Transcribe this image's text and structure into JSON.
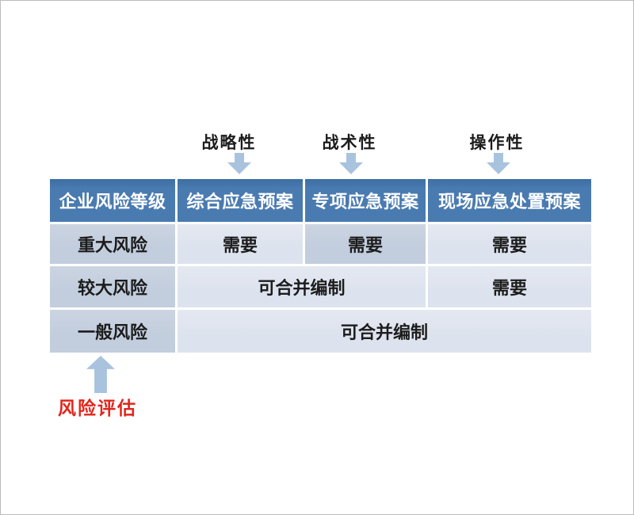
{
  "top_labels": [
    {
      "label": "战略性"
    },
    {
      "label": "战术性"
    },
    {
      "label": "操作性"
    }
  ],
  "table": {
    "headers": [
      "企业风险等级",
      "综合应急预案",
      "专项应急预案",
      "现场应急处置预案"
    ],
    "rows": [
      {
        "level": "重大风险",
        "cells": [
          "需要",
          "需要",
          "需要"
        ]
      },
      {
        "level": "较大风险",
        "cells": [
          "可合并编制",
          "需要"
        ]
      },
      {
        "level": "一般风险",
        "cells": [
          "可合并编制"
        ]
      }
    ]
  },
  "annotation": {
    "label": "风险评估"
  },
  "colors": {
    "header_blue": "#4a7bb0",
    "cell_dark": "#c2cddd",
    "cell_light": "#dde3ee",
    "arrow_blue": "#a9c3de",
    "annotation_red": "#e1261c"
  }
}
